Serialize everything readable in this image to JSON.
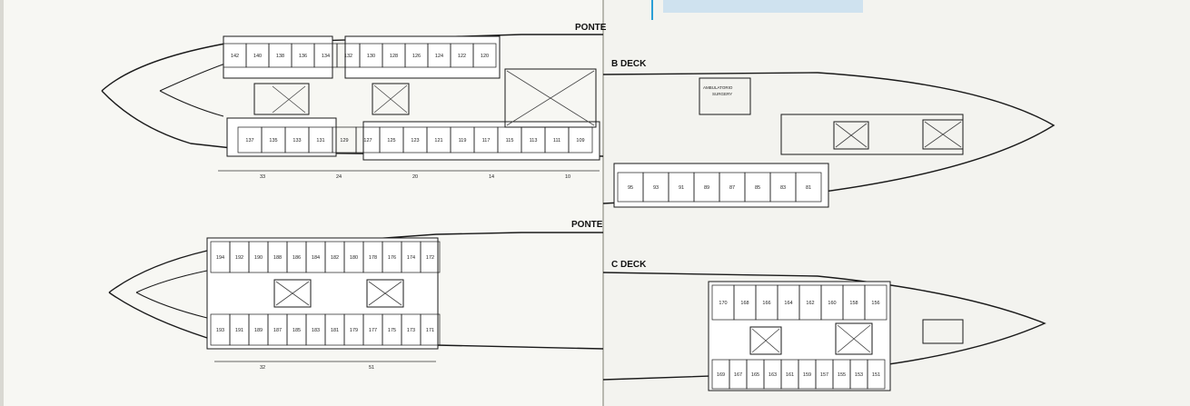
{
  "upper_left": {
    "title": "PONTE"
  },
  "upper_right": {
    "title": "B  DECK",
    "surgery_label": "AMBULATORIO",
    "surgery_sub": "SURGERY"
  },
  "lower_left": {
    "title": "PONTE"
  },
  "lower_right": {
    "title": "C  DECK"
  },
  "upper_left_cabins_top": [
    "142",
    "140",
    "138",
    "136",
    "134",
    "132",
    "130",
    "128",
    "126",
    "124",
    "122",
    "120"
  ],
  "upper_left_cabins_bottom": [
    "137",
    "135",
    "133",
    "131",
    "129",
    "127",
    "125",
    "123",
    "121",
    "119",
    "117",
    "115",
    "113",
    "111",
    "109"
  ],
  "upper_left_berths": [
    "33",
    "24",
    "20",
    "14",
    "10"
  ],
  "upper_right_cabins": [
    "95",
    "93",
    "91",
    "89",
    "87",
    "85",
    "83",
    "81"
  ],
  "lower_left_cabins_top": [
    "194",
    "192",
    "190",
    "188",
    "186",
    "184",
    "182",
    "180",
    "178",
    "176",
    "174",
    "172"
  ],
  "lower_left_cabins_bottom": [
    "193",
    "191",
    "189",
    "187",
    "185",
    "183",
    "181",
    "179",
    "177",
    "175",
    "173",
    "171"
  ],
  "lower_left_berths": [
    "32",
    "51"
  ],
  "lower_right_cabins_top": [
    "170",
    "168",
    "166",
    "164",
    "162",
    "160",
    "158",
    "156"
  ],
  "lower_right_cabins_bottom": [
    "169",
    "167",
    "165",
    "163",
    "161",
    "159",
    "157",
    "155",
    "153",
    "151"
  ]
}
